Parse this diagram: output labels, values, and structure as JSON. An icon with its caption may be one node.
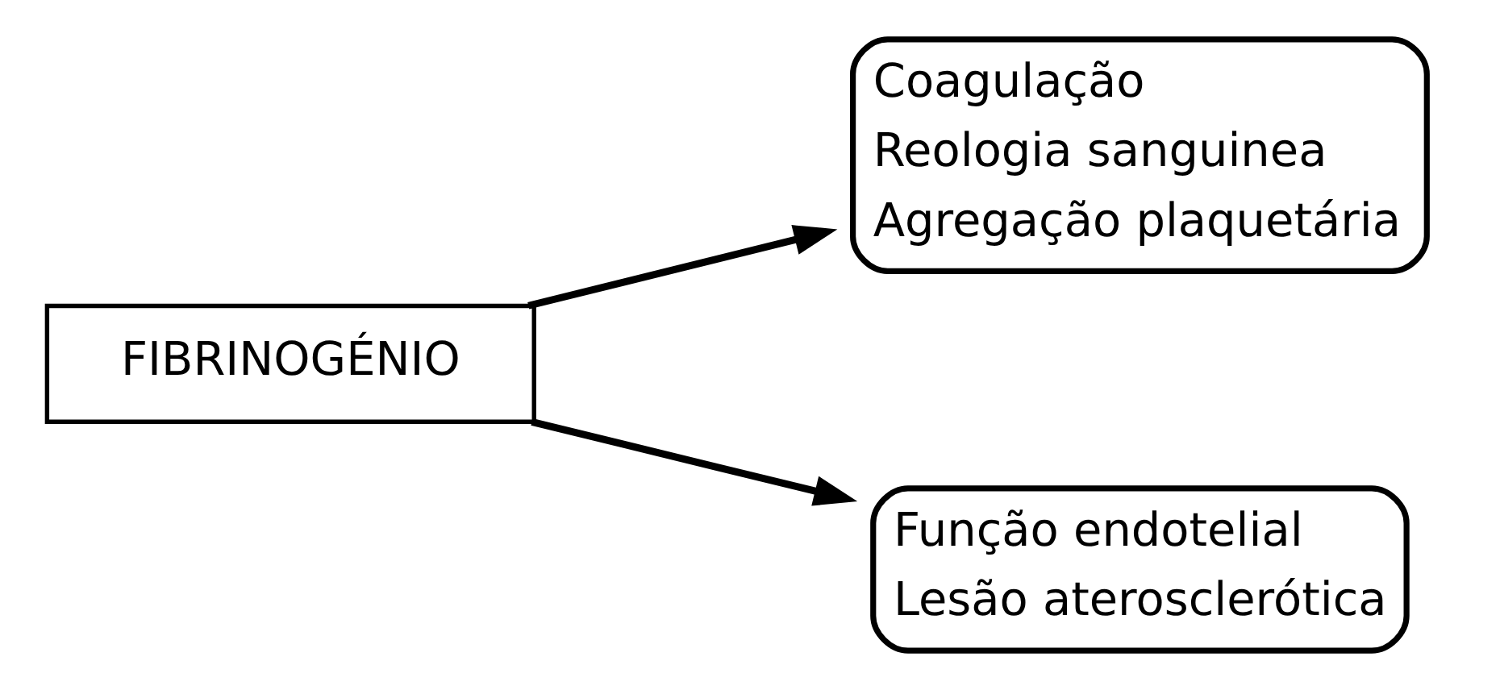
{
  "diagram": {
    "nodes": [
      {
        "text": [
          "FIBRINOGÉNIO"
        ]
      },
      {
        "text": [
          "Coagulação",
          "Reologia sanguinea",
          "Agregação plaquetária"
        ]
      },
      {
        "text": [
          "Função endotelial",
          "Lesão aterosclerótica"
        ]
      }
    ],
    "edges": [
      {
        "from": 0,
        "to": 1,
        "arrow": "to"
      },
      {
        "from": 0,
        "to": 2,
        "arrow": "to"
      }
    ]
  }
}
